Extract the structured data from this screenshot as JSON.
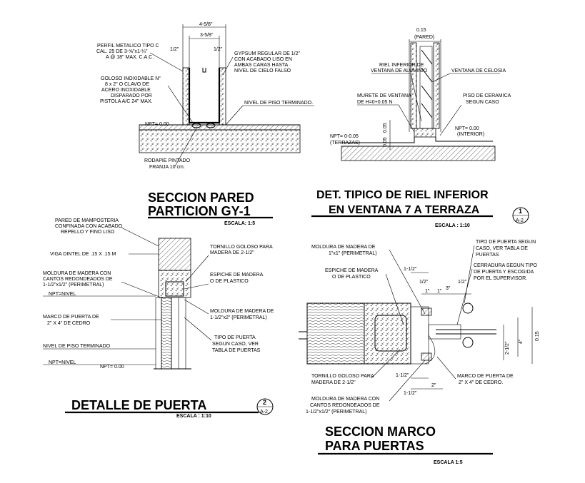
{
  "sec_pared": {
    "dims": [
      "4-5/8\"",
      "3-5/8\"",
      "1/2\"",
      "1/2\""
    ],
    "notes": [
      "PERFIL METALICO TIPO C",
      "CAL. 25 DE 3-⅝\"x1-¼\"",
      "A @ 18\" MAX. C.A.C.",
      "GOLOSO INOXIDABLE N°",
      "8 x 2\" O CLAVO DE",
      "ACERO INOXIDABLE",
      "DISPARADO POR",
      "PISTOLA A/C 24\" MAX.",
      "GYPSUM REGULAR DE 1/2\"",
      "CON ACABADO LISO EN",
      "AMBAS CARAS HASTA",
      "NIVEL DE CIELO FALSO",
      "NIVEL DE PISO TERMINADO.",
      "NPT= 0.00",
      "RODAPIE PINTADO",
      "FRANJA 10 cm."
    ],
    "title1": "SECCION PARED",
    "title2": "PARTICION GY-1",
    "scale": "ESCALA: 1:5"
  },
  "det_riel": {
    "dims": [
      "0.15",
      "(PARED)",
      "0.05",
      "0.05"
    ],
    "notes": [
      "RIEL INFERIOR DE",
      "VENTANA DE ALUMINIO",
      "VENTANA DE CELOSIA",
      "MURETE DE VENTANA",
      "DE H=0+0.05 N",
      "PISO DE CERAMICA",
      "SEGUN CASO",
      "NPT= 0-0.05",
      "(TERRAZAS)",
      "NPT= 0.00",
      "(INTERIOR)"
    ],
    "title1": "DET. TIPICO DE RIEL INFERIOR",
    "title2": "EN VENTANA 7 A TERRAZA",
    "scale": "ESCALA : 1:10",
    "badge_num": "1",
    "badge_ref": "A-2"
  },
  "det_puerta": {
    "notes": [
      "PARED DE MAMPOSTERIA",
      "CONFINADA CON ACABADO",
      "REPELLO Y FINO LISO",
      "VIGA DINTEL DE .15 X .15 M",
      "MOLDURA DE MADERA CON",
      "CANTOS REDONDEADOS DE",
      "1-1/2\"x1/2\" (PERIMETRAL)",
      "NPT=NIVEL",
      "MARCO DE PUERTA DE",
      "2\" X 4\" DE CEDRO",
      "NIVEL DE PISO TERMINADO",
      "NPT=NIVEL",
      "NPT= 0.00",
      "TORNILLO GOLOSO PARA",
      "MADERA DE 2-1/2\"",
      "ESPICHE DE MADERA",
      "O DE PLASTICO",
      "MOLDURA DE MADERA DE",
      "1-1/2\"x2\" (PERIMETRAL)",
      "TIPO DE PUERTA",
      "SEGUN CASO, VER",
      "TABLA DE PUERTAS"
    ],
    "title": "DETALLE  DE PUERTA",
    "scale": "ESCALA : 1:10",
    "badge_num": "2",
    "badge_ref": "A-2"
  },
  "sec_marco": {
    "dims": [
      "1-1/2\"",
      "1/2\"",
      "1\"",
      "1\"",
      "3\"",
      "1/2\"",
      "0.15",
      "4\"",
      "2-1/2\"",
      "1-1/2\"",
      "2\"",
      "1-1/2\""
    ],
    "notes": [
      "MOLDURA DE MADERA DE",
      "1\"x1\" (PERIMETRAL)",
      "ESPICHE DE MADERA",
      "O DE PLASTICO",
      "TIPO DE PUERTA SEGUN",
      "CASO, VER TABLA DE",
      "PUERTAS",
      "CERRADURA SEGUN TIPO",
      "DE PUERTA Y ESCOGIDA",
      "POR EL SUPERVISOR.",
      "TORNILLO GOLOSO PARA",
      "MADERA DE 2-1/2\"",
      "MARCO DE PUERTA DE",
      "2\" X 4\" DE CEDRO.",
      "MOLDURA DE MADERA CON",
      "CANTOS REDONDEADOS DE",
      "1-1/2\"x1/2\" (PERIMETRAL)"
    ],
    "title1": "SECCION MARCO",
    "title2": "PARA PUERTAS",
    "scale": "ESCALA  1:5"
  }
}
